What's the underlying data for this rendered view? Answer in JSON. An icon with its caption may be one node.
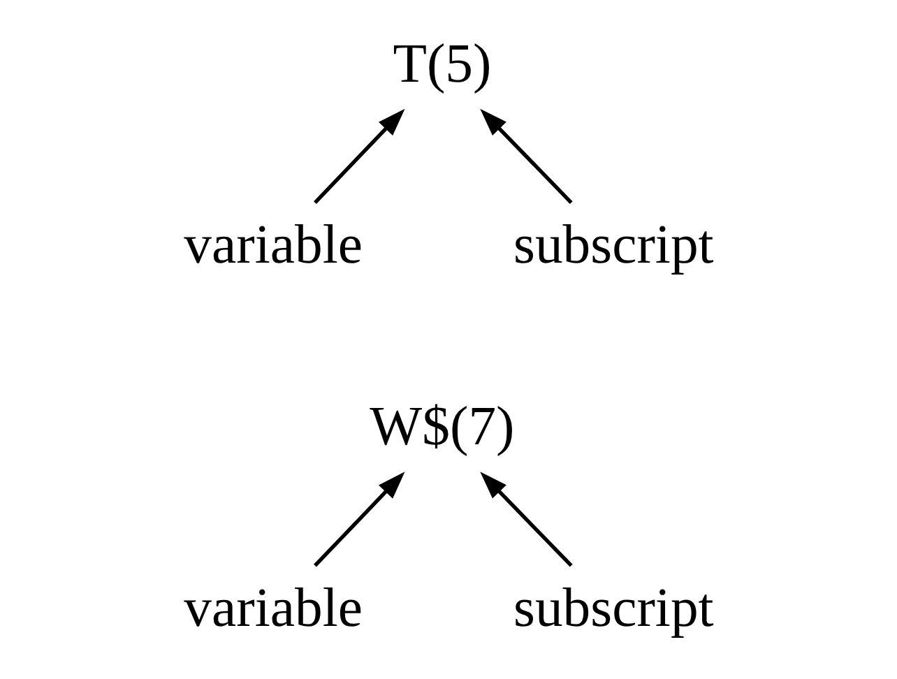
{
  "diagram": {
    "nodes": [
      {
        "text": [
          "T(5)"
        ]
      },
      {
        "text": [
          "variable"
        ]
      },
      {
        "text": [
          "subscript"
        ]
      },
      {
        "text": [
          "W$(7)"
        ]
      },
      {
        "text": [
          "variable"
        ]
      },
      {
        "text": [
          "subscript"
        ]
      }
    ],
    "edges": [
      {
        "from": 1,
        "to": 0,
        "arrow": "to"
      },
      {
        "from": 2,
        "to": 0,
        "arrow": "to"
      },
      {
        "from": 4,
        "to": 3,
        "arrow": "to"
      },
      {
        "from": 5,
        "to": 3,
        "arrow": "to"
      }
    ]
  }
}
